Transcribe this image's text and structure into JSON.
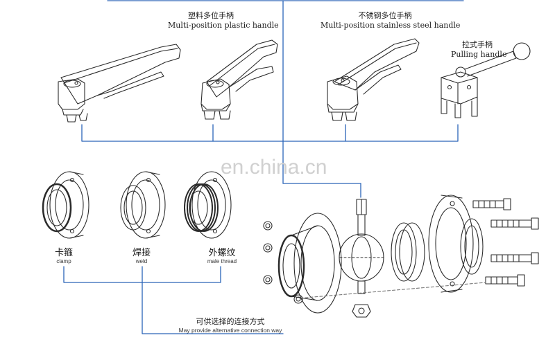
{
  "handles": {
    "plastic": {
      "zh": "塑料多位手柄",
      "en": "Multi-position plastic handle"
    },
    "stainless": {
      "zh": "不锈钢多位手柄",
      "en": "Multi-position stainless steel handle"
    },
    "pulling": {
      "zh": "拉式手柄",
      "en": "Pulling handle"
    }
  },
  "connections": {
    "clamp": {
      "zh": "卡箍",
      "en": "clamp"
    },
    "weld": {
      "zh": "焊接",
      "en": "weld"
    },
    "thread": {
      "zh": "外螺纹",
      "en": "male thread"
    }
  },
  "caption": {
    "zh": "可供选择的连接方式",
    "en": "May provide alternative connection way"
  },
  "watermark": "en.china.cn"
}
